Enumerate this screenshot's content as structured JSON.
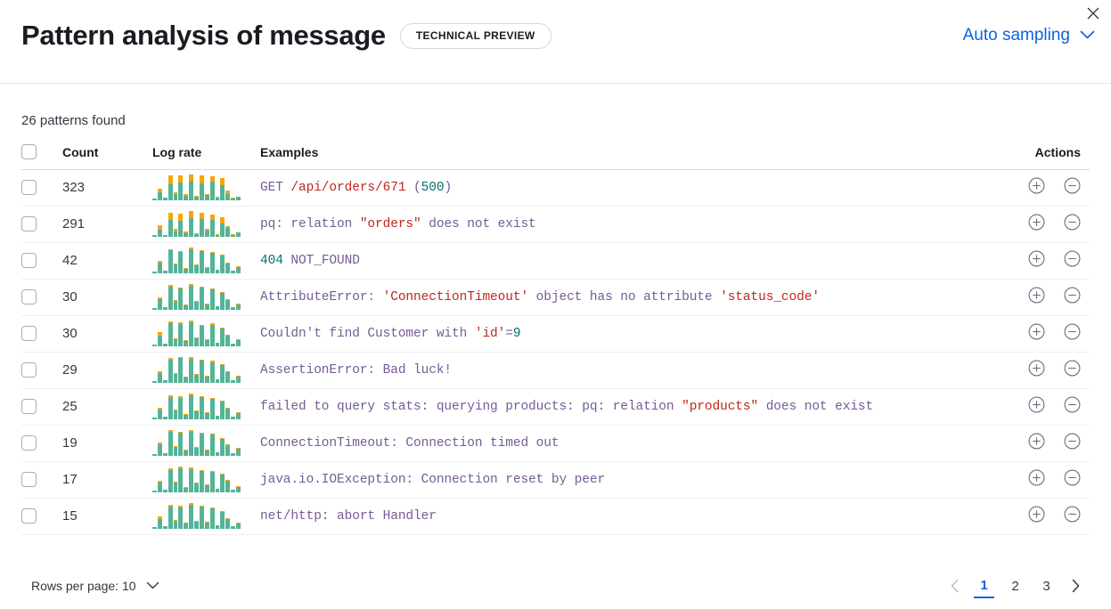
{
  "header": {
    "title": "Pattern analysis of message",
    "badge": "TECHNICAL PREVIEW",
    "sampling_label": "Auto sampling",
    "close_icon": "close-icon",
    "chevron_icon": "chevron-down-icon",
    "accent_color": "#0b64dd"
  },
  "summary": {
    "patterns_found": "26 patterns found"
  },
  "table": {
    "columns": {
      "select": "",
      "count": "Count",
      "log_rate": "Log rate",
      "examples": "Examples",
      "actions": "Actions"
    },
    "colors": {
      "bar_primary": "#54b399",
      "bar_secondary": "#f5a700"
    },
    "action_icons": [
      "plus-in-circle-icon",
      "minus-in-circle-icon"
    ],
    "rows": [
      {
        "count": "323",
        "example_parts": [
          {
            "t": "GET ",
            "c": "base"
          },
          {
            "t": "/api/orders/671",
            "c": "str"
          },
          {
            "t": " (",
            "c": "base"
          },
          {
            "t": "500",
            "c": "num"
          },
          {
            "t": ")",
            "c": "base"
          }
        ],
        "bars": [
          [
            2,
            0
          ],
          [
            11,
            5
          ],
          [
            4,
            0
          ],
          [
            22,
            12
          ],
          [
            8,
            3
          ],
          [
            24,
            10
          ],
          [
            6,
            2
          ],
          [
            26,
            9
          ],
          [
            5,
            1
          ],
          [
            23,
            11
          ],
          [
            7,
            2
          ],
          [
            25,
            8
          ],
          [
            4,
            1
          ],
          [
            20,
            10
          ],
          [
            9,
            4
          ],
          [
            3,
            1
          ],
          [
            5,
            0
          ]
        ]
      },
      {
        "count": "291",
        "example_parts": [
          {
            "t": "pq: relation ",
            "c": "base"
          },
          {
            "t": "\"orders\"",
            "c": "str"
          },
          {
            "t": " does not exist",
            "c": "base"
          }
        ],
        "bars": [
          [
            2,
            0
          ],
          [
            10,
            6
          ],
          [
            3,
            0
          ],
          [
            23,
            10
          ],
          [
            7,
            4
          ],
          [
            22,
            9
          ],
          [
            5,
            2
          ],
          [
            25,
            10
          ],
          [
            4,
            1
          ],
          [
            24,
            9
          ],
          [
            8,
            3
          ],
          [
            23,
            7
          ],
          [
            3,
            1
          ],
          [
            18,
            8
          ],
          [
            12,
            3
          ],
          [
            3,
            1
          ],
          [
            6,
            0
          ]
        ]
      },
      {
        "count": "42",
        "example_parts": [
          {
            "t": "404",
            "c": "num"
          },
          {
            "t": " NOT_FOUND",
            "c": "base"
          }
        ],
        "bars": [
          [
            2,
            0
          ],
          [
            12,
            2
          ],
          [
            3,
            0
          ],
          [
            25,
            1
          ],
          [
            10,
            1
          ],
          [
            23,
            1
          ],
          [
            5,
            1
          ],
          [
            26,
            2
          ],
          [
            9,
            1
          ],
          [
            24,
            1
          ],
          [
            6,
            1
          ],
          [
            22,
            1
          ],
          [
            4,
            0
          ],
          [
            19,
            1
          ],
          [
            11,
            1
          ],
          [
            3,
            0
          ],
          [
            7,
            1
          ]
        ]
      },
      {
        "count": "30",
        "example_parts": [
          {
            "t": "AttributeError: ",
            "c": "base"
          },
          {
            "t": "'ConnectionTimeout'",
            "c": "str"
          },
          {
            "t": " object has no attribute ",
            "c": "base"
          },
          {
            "t": "'status_code'",
            "c": "str"
          }
        ],
        "bars": [
          [
            2,
            0
          ],
          [
            11,
            2
          ],
          [
            3,
            0
          ],
          [
            24,
            2
          ],
          [
            9,
            1
          ],
          [
            22,
            1
          ],
          [
            5,
            1
          ],
          [
            25,
            2
          ],
          [
            8,
            1
          ],
          [
            23,
            1
          ],
          [
            6,
            1
          ],
          [
            21,
            1
          ],
          [
            4,
            0
          ],
          [
            18,
            1
          ],
          [
            10,
            1
          ],
          [
            3,
            0
          ],
          [
            6,
            1
          ]
        ]
      },
      {
        "count": "30",
        "example_parts": [
          {
            "t": "Couldn't find Customer with ",
            "c": "base"
          },
          {
            "t": "'id'",
            "c": "str"
          },
          {
            "t": "=",
            "c": "base"
          },
          {
            "t": "9",
            "c": "num"
          }
        ],
        "bars": [
          [
            2,
            0
          ],
          [
            12,
            3
          ],
          [
            3,
            0
          ],
          [
            25,
            2
          ],
          [
            8,
            1
          ],
          [
            24,
            2
          ],
          [
            6,
            1
          ],
          [
            26,
            2
          ],
          [
            9,
            1
          ],
          [
            22,
            1
          ],
          [
            7,
            1
          ],
          [
            23,
            2
          ],
          [
            4,
            0
          ],
          [
            19,
            1
          ],
          [
            12,
            1
          ],
          [
            3,
            0
          ],
          [
            7,
            1
          ]
        ]
      },
      {
        "count": "29",
        "example_parts": [
          {
            "t": "AssertionError: Bad luck!",
            "c": "base"
          }
        ],
        "bars": [
          [
            2,
            0
          ],
          [
            10,
            2
          ],
          [
            3,
            0
          ],
          [
            23,
            2
          ],
          [
            9,
            1
          ],
          [
            25,
            1
          ],
          [
            5,
            1
          ],
          [
            24,
            2
          ],
          [
            8,
            1
          ],
          [
            22,
            1
          ],
          [
            6,
            1
          ],
          [
            21,
            1
          ],
          [
            4,
            0
          ],
          [
            18,
            1
          ],
          [
            11,
            1
          ],
          [
            3,
            0
          ],
          [
            6,
            1
          ]
        ]
      },
      {
        "count": "25",
        "example_parts": [
          {
            "t": "failed to query stats: querying products: pq: relation ",
            "c": "base"
          },
          {
            "t": "\"products\"",
            "c": "str"
          },
          {
            "t": " does not exist",
            "c": "base"
          }
        ],
        "bars": [
          [
            2,
            0
          ],
          [
            11,
            2
          ],
          [
            3,
            0
          ],
          [
            24,
            2
          ],
          [
            10,
            1
          ],
          [
            23,
            2
          ],
          [
            5,
            1
          ],
          [
            26,
            2
          ],
          [
            9,
            1
          ],
          [
            24,
            1
          ],
          [
            7,
            1
          ],
          [
            22,
            1
          ],
          [
            4,
            0
          ],
          [
            19,
            1
          ],
          [
            12,
            1
          ],
          [
            3,
            0
          ],
          [
            7,
            1
          ]
        ]
      },
      {
        "count": "19",
        "example_parts": [
          {
            "t": "ConnectionTimeout: Connection timed out",
            "c": "base"
          }
        ],
        "bars": [
          [
            2,
            0
          ],
          [
            12,
            2
          ],
          [
            3,
            0
          ],
          [
            25,
            2
          ],
          [
            9,
            1
          ],
          [
            24,
            1
          ],
          [
            6,
            1
          ],
          [
            25,
            2
          ],
          [
            8,
            1
          ],
          [
            23,
            1
          ],
          [
            6,
            1
          ],
          [
            22,
            1
          ],
          [
            4,
            0
          ],
          [
            18,
            1
          ],
          [
            11,
            1
          ],
          [
            3,
            0
          ],
          [
            7,
            1
          ]
        ]
      },
      {
        "count": "17",
        "example_parts": [
          {
            "t": "java.io.IOException: Connection reset by peer",
            "c": "base"
          }
        ],
        "bars": [
          [
            2,
            0
          ],
          [
            10,
            2
          ],
          [
            3,
            0
          ],
          [
            23,
            2
          ],
          [
            10,
            1
          ],
          [
            25,
            2
          ],
          [
            5,
            1
          ],
          [
            24,
            2
          ],
          [
            9,
            1
          ],
          [
            22,
            1
          ],
          [
            7,
            1
          ],
          [
            21,
            1
          ],
          [
            4,
            0
          ],
          [
            19,
            1
          ],
          [
            12,
            1
          ],
          [
            3,
            0
          ],
          [
            6,
            1
          ]
        ]
      },
      {
        "count": "15",
        "example_parts": [
          {
            "t": "net/http: abort Handler",
            "c": "base"
          }
        ],
        "bars": [
          [
            2,
            0
          ],
          [
            11,
            3
          ],
          [
            3,
            0
          ],
          [
            24,
            2
          ],
          [
            9,
            1
          ],
          [
            23,
            2
          ],
          [
            6,
            1
          ],
          [
            26,
            2
          ],
          [
            8,
            1
          ],
          [
            24,
            1
          ],
          [
            7,
            1
          ],
          [
            22,
            1
          ],
          [
            4,
            0
          ],
          [
            18,
            1
          ],
          [
            11,
            1
          ],
          [
            3,
            0
          ],
          [
            6,
            1
          ]
        ]
      }
    ]
  },
  "footer": {
    "rows_per_page_label": "Rows per page: 10",
    "rows_per_page_icon": "chevron-down-icon",
    "prev_icon": "chevron-left-icon",
    "next_icon": "chevron-right-icon",
    "pages": [
      "1",
      "2",
      "3"
    ],
    "active_page": "1"
  }
}
